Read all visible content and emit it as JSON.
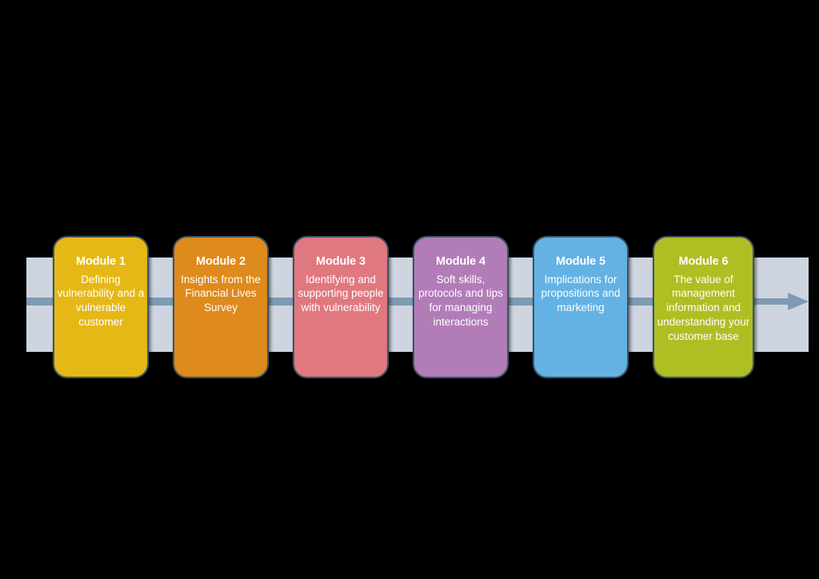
{
  "diagram": {
    "type": "process-flow",
    "background_color": "#000000",
    "band": {
      "fill_color": "#ced5e0",
      "center_line_color": "#7f9bb3",
      "arrow_color": "#7f9bb3",
      "arrow_direction": "right",
      "arrow_icon": "arrow-right-icon"
    },
    "modules": [
      {
        "id": "module-1",
        "title": "Module 1",
        "description": "Defining vulnerability and a vulnerable customer",
        "color": "#e5b815",
        "border_color": "#3d5566",
        "text_color": "#ffffff"
      },
      {
        "id": "module-2",
        "title": "Module 2",
        "description": "Insights from the Financial Lives Survey",
        "color": "#de8a1c",
        "border_color": "#3d5566",
        "text_color": "#ffffff"
      },
      {
        "id": "module-3",
        "title": "Module 3",
        "description": "Identifying and supporting people with vulnerability",
        "color": "#e0787f",
        "border_color": "#3d5566",
        "text_color": "#ffffff"
      },
      {
        "id": "module-4",
        "title": "Module 4",
        "description": "Soft skills, protocols and tips for managing interactions",
        "color": "#b27cb8",
        "border_color": "#3d5566",
        "text_color": "#ffffff"
      },
      {
        "id": "module-5",
        "title": "Module 5",
        "description": "Implications for propositions and marketing",
        "color": "#63b2e3",
        "border_color": "#3d5566",
        "text_color": "#ffffff"
      },
      {
        "id": "module-6",
        "title": "Module 6",
        "description": "The value of management information and understanding your customer base",
        "color": "#afbe22",
        "border_color": "#3d5566",
        "text_color": "#ffffff"
      }
    ]
  }
}
